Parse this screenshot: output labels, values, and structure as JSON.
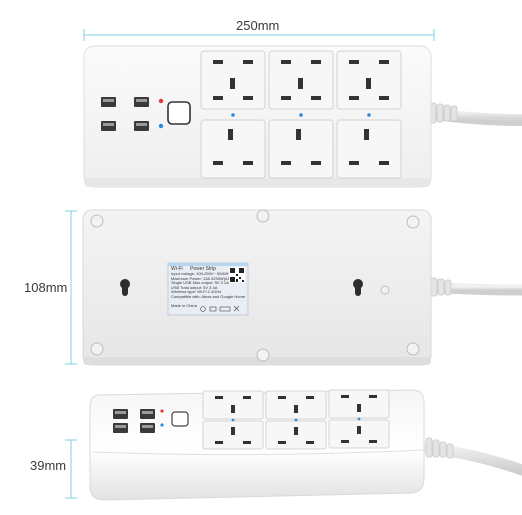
{
  "dimensions": {
    "length": "250mm",
    "width": "108mm",
    "height": "39mm"
  },
  "label": {
    "line1": "Wi-Fi",
    "line2": "Power Strip",
    "specs": [
      "Input voltage: 100-250V~ 50/60Hz",
      "Maximum Power: 13A 3250W(AC Max)",
      "Single USB Max output: 5V 2.1A",
      "USB Total output: 5V 3.4A",
      "Wireless type: Wi-Fi 2.4GHz",
      "Compatible with: Alexa and Google Home"
    ],
    "footer": "Made in China"
  },
  "colors": {
    "accent_dimension": "#7dd3e0",
    "body": "#ffffff",
    "led_red": "#e23a3a",
    "led_blue": "#2a8be0"
  }
}
